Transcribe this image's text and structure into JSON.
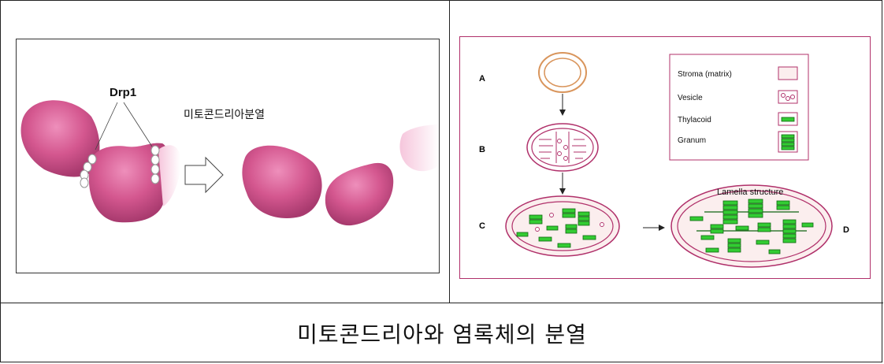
{
  "left_figure": {
    "protein_label": "Drp1",
    "process_label": "미토콘드리아분열"
  },
  "right_figure": {
    "stage_labels": [
      "A",
      "B",
      "C",
      "D"
    ],
    "legend": [
      {
        "label": "Stroma (matrix)"
      },
      {
        "label": "Vesicle"
      },
      {
        "label": "Thylacoid"
      },
      {
        "label": "Granum"
      }
    ],
    "lamella_label": "Lamella structure"
  },
  "caption": "미토콘드리아와 염록체의 분열",
  "colors": {
    "mito_pink": "#d4578f",
    "outline": "#b0306a",
    "thylakoid_green": "#33cc33",
    "stroma": "#fbeeee"
  }
}
